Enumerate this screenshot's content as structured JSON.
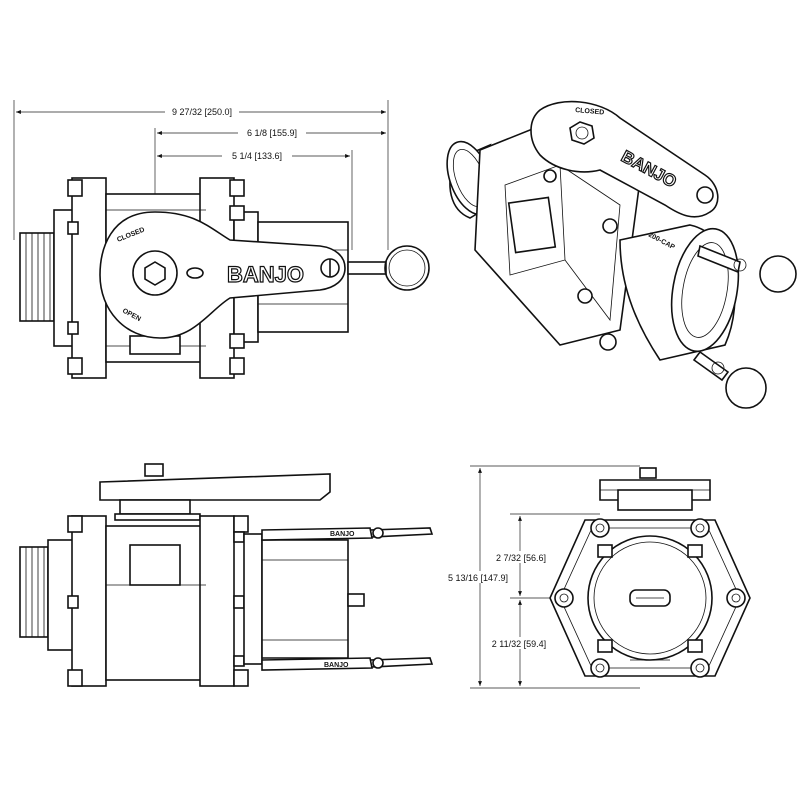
{
  "dimensions": {
    "overall_length": "9 27/32 [250.0]",
    "length_to_handle": "6 1/8 [155.9]",
    "length_to_cap": "5 1/4 [133.6]",
    "overall_height": "5 13/16 [147.9]",
    "upper_height": "2 7/32 [56.6]",
    "lower_height": "2 11/32 [59.4]"
  },
  "handle_labels": {
    "brand": "BANJO",
    "closed": "CLOSED",
    "open": "OPEN"
  },
  "cap_label": "200-CAP"
}
